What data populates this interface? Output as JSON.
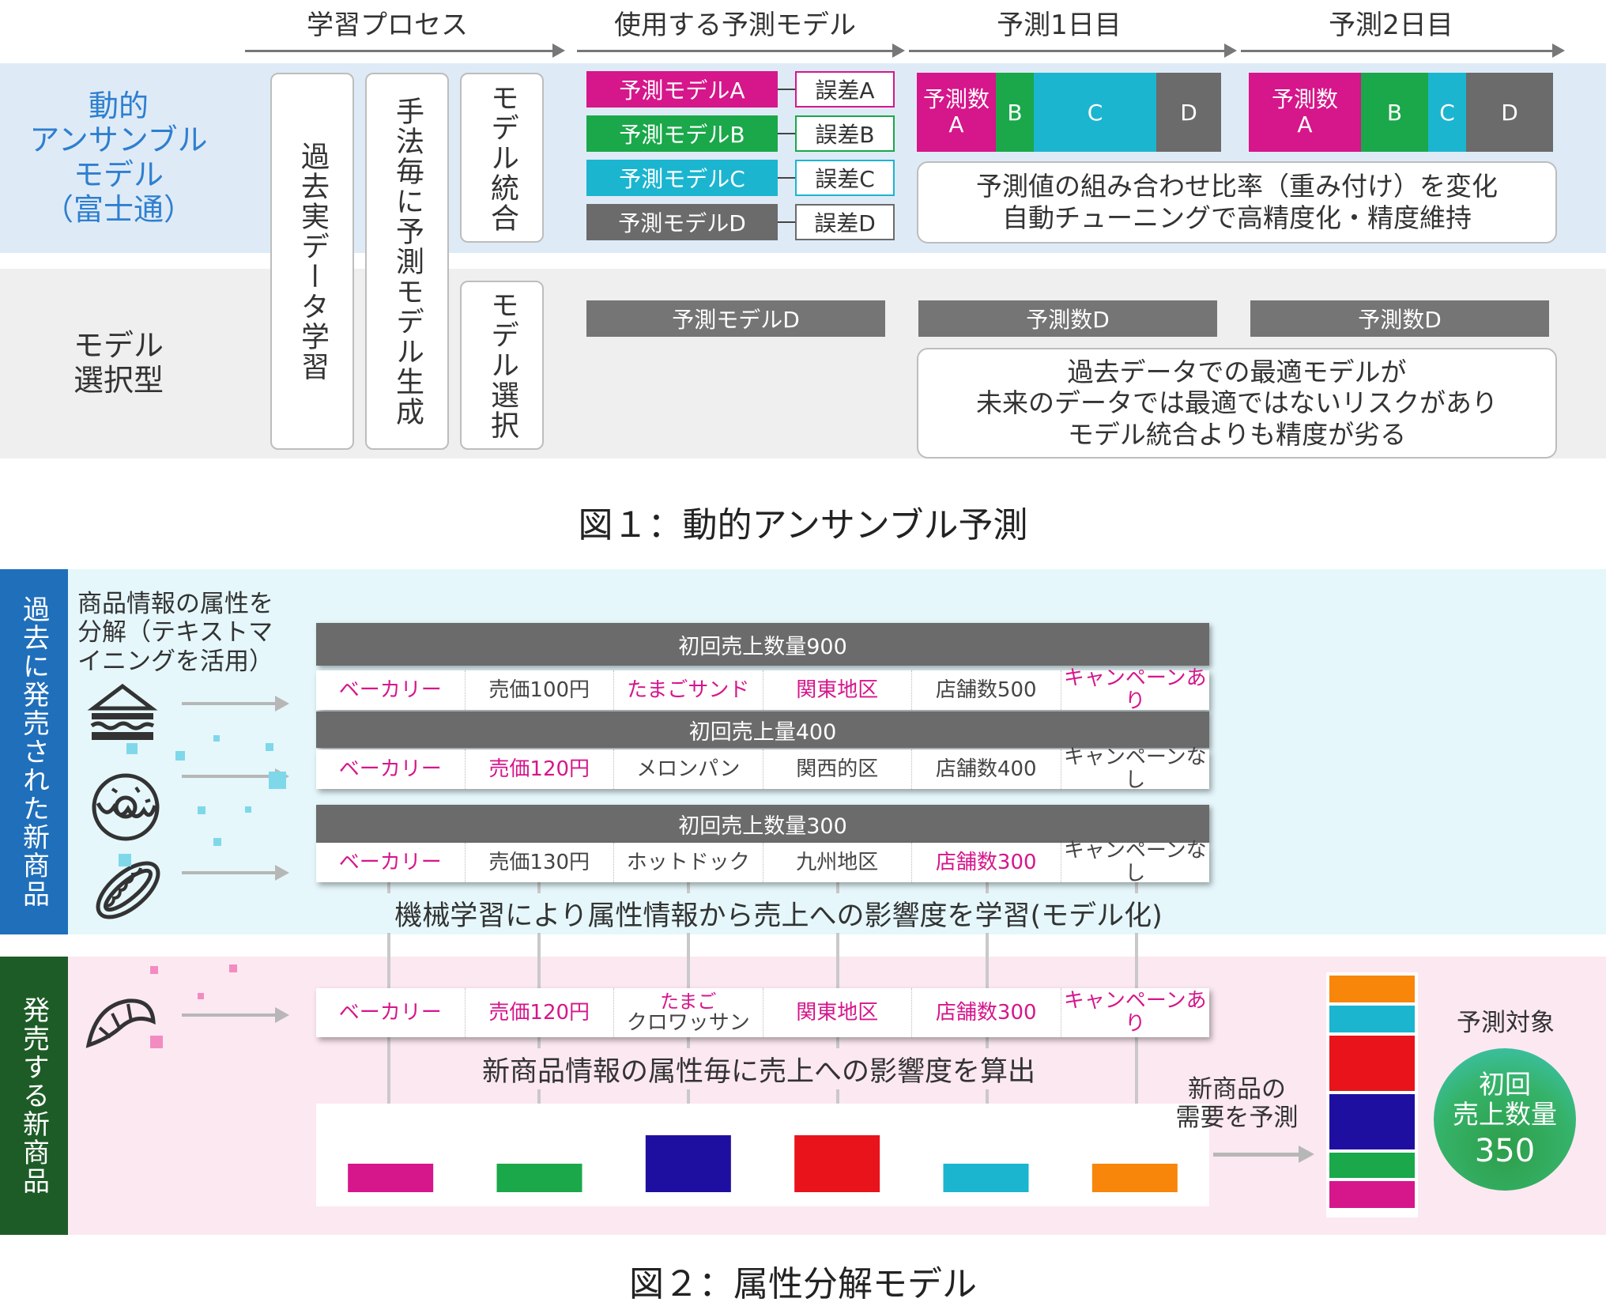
{
  "fig1": {
    "headers": [
      "学習プロセス",
      "使用する予測モデル",
      "予測1日目",
      "予測2日目"
    ],
    "row_labels": {
      "dynamic": "動的\nアンサンブル\nモデル\n（富士通）",
      "selection": "モデル\n選択型"
    },
    "process": {
      "past_learning": "過去実データ学習",
      "generate": "手法毎に予測モデル生成",
      "integrate": "モデル統合",
      "select": "モデル選択"
    },
    "models": [
      {
        "label": "予測モデルA",
        "error": "誤差A",
        "color": "#d6168b"
      },
      {
        "label": "予測モデルB",
        "error": "誤差B",
        "color": "#1aa84a"
      },
      {
        "label": "予測モデルC",
        "error": "誤差C",
        "color": "#1bb5d0"
      },
      {
        "label": "予測モデルD",
        "error": "誤差D",
        "color": "#6b6b6b"
      }
    ],
    "day1_segments": [
      {
        "label": "予測数\nA",
        "color": "#d6168b"
      },
      {
        "label": "B",
        "color": "#1aa84a"
      },
      {
        "label": "C",
        "color": "#1bb5d0"
      },
      {
        "label": "D",
        "color": "#6b6b6b"
      }
    ],
    "day2_segments": [
      {
        "label": "予測数\nA",
        "color": "#d6168b"
      },
      {
        "label": "B",
        "color": "#1aa84a"
      },
      {
        "label": "C",
        "color": "#1bb5d0"
      },
      {
        "label": "D",
        "color": "#6b6b6b"
      }
    ],
    "dynamic_note": "予測値の組み合わせ比率（重み付け）を変化\n自動チューニングで高精度化・精度維持",
    "selected_model": "予測モデルD",
    "day1_selected": "予測数D",
    "day2_selected": "予測数D",
    "selection_note": "過去データでの最適モデルが\n未来のデータでは最適ではないリスクがあり\nモデル統合よりも精度が劣る"
  },
  "caption1": "図１：動的アンサンブル予測",
  "fig2": {
    "sidebar_past": "過去に発売された新商品",
    "sidebar_new": "発売する新商品",
    "decompose_note": "商品情報の属性を\n分解（テキストマ\nイニングを活用）",
    "products": [
      {
        "header": "初回売上数量900",
        "cells": [
          {
            "text": "ベーカリー",
            "hl": true
          },
          {
            "text": "売価100円",
            "hl": false
          },
          {
            "text": "たまごサンド",
            "hl": true
          },
          {
            "text": "関東地区",
            "hl": true
          },
          {
            "text": "店舗数500",
            "hl": false
          },
          {
            "text": "キャンペーンあり",
            "hl": true
          }
        ]
      },
      {
        "header": "初回売上量400",
        "cells": [
          {
            "text": "ベーカリー",
            "hl": true
          },
          {
            "text": "売価120円",
            "hl": true
          },
          {
            "text": "メロンパン",
            "hl": false
          },
          {
            "text": "関西的区",
            "hl": false
          },
          {
            "text": "店舗数400",
            "hl": false
          },
          {
            "text": "キャンペーンなし",
            "hl": false
          }
        ]
      },
      {
        "header": "初回売上数量300",
        "cells": [
          {
            "text": "ベーカリー",
            "hl": true
          },
          {
            "text": "売価130円",
            "hl": false
          },
          {
            "text": "ホットドック",
            "hl": false
          },
          {
            "text": "九州地区",
            "hl": false
          },
          {
            "text": "店舗数300",
            "hl": true
          },
          {
            "text": "キャンペーンなし",
            "hl": false
          }
        ]
      }
    ],
    "ml_note": "機械学習により属性情報から売上への影響度を学習(モデル化)",
    "new_product": [
      {
        "text": "ベーカリー",
        "hl": true,
        "accent": false
      },
      {
        "text": "売価120円",
        "hl": true,
        "accent": false
      },
      {
        "text": "クロワッサン",
        "accent_text": "たまご",
        "hl": false,
        "accent": true
      },
      {
        "text": "関東地区",
        "hl": true,
        "accent": false
      },
      {
        "text": "店舗数300",
        "hl": true,
        "accent": false
      },
      {
        "text": "キャンペーンあり",
        "hl": true,
        "accent": false
      }
    ],
    "calc_note": "新商品情報の属性毎に売上への影響度を算出",
    "influence_colors": [
      "#d6168b",
      "#1aa84a",
      "#1f0fa0",
      "#e8131b",
      "#1bb5d0",
      "#f7860b"
    ],
    "demand_note": "新商品の\n需要を予測",
    "stack_colors_top_to_bottom": [
      "#f7860b",
      "#1bb5d0",
      "#e8131b",
      "#1f0fa0",
      "#1aa84a",
      "#d6168b"
    ],
    "target_label": "予測対象",
    "result_label": "初回\n売上数量",
    "result_value": "350"
  },
  "caption2": "図２：属性分解モデル"
}
